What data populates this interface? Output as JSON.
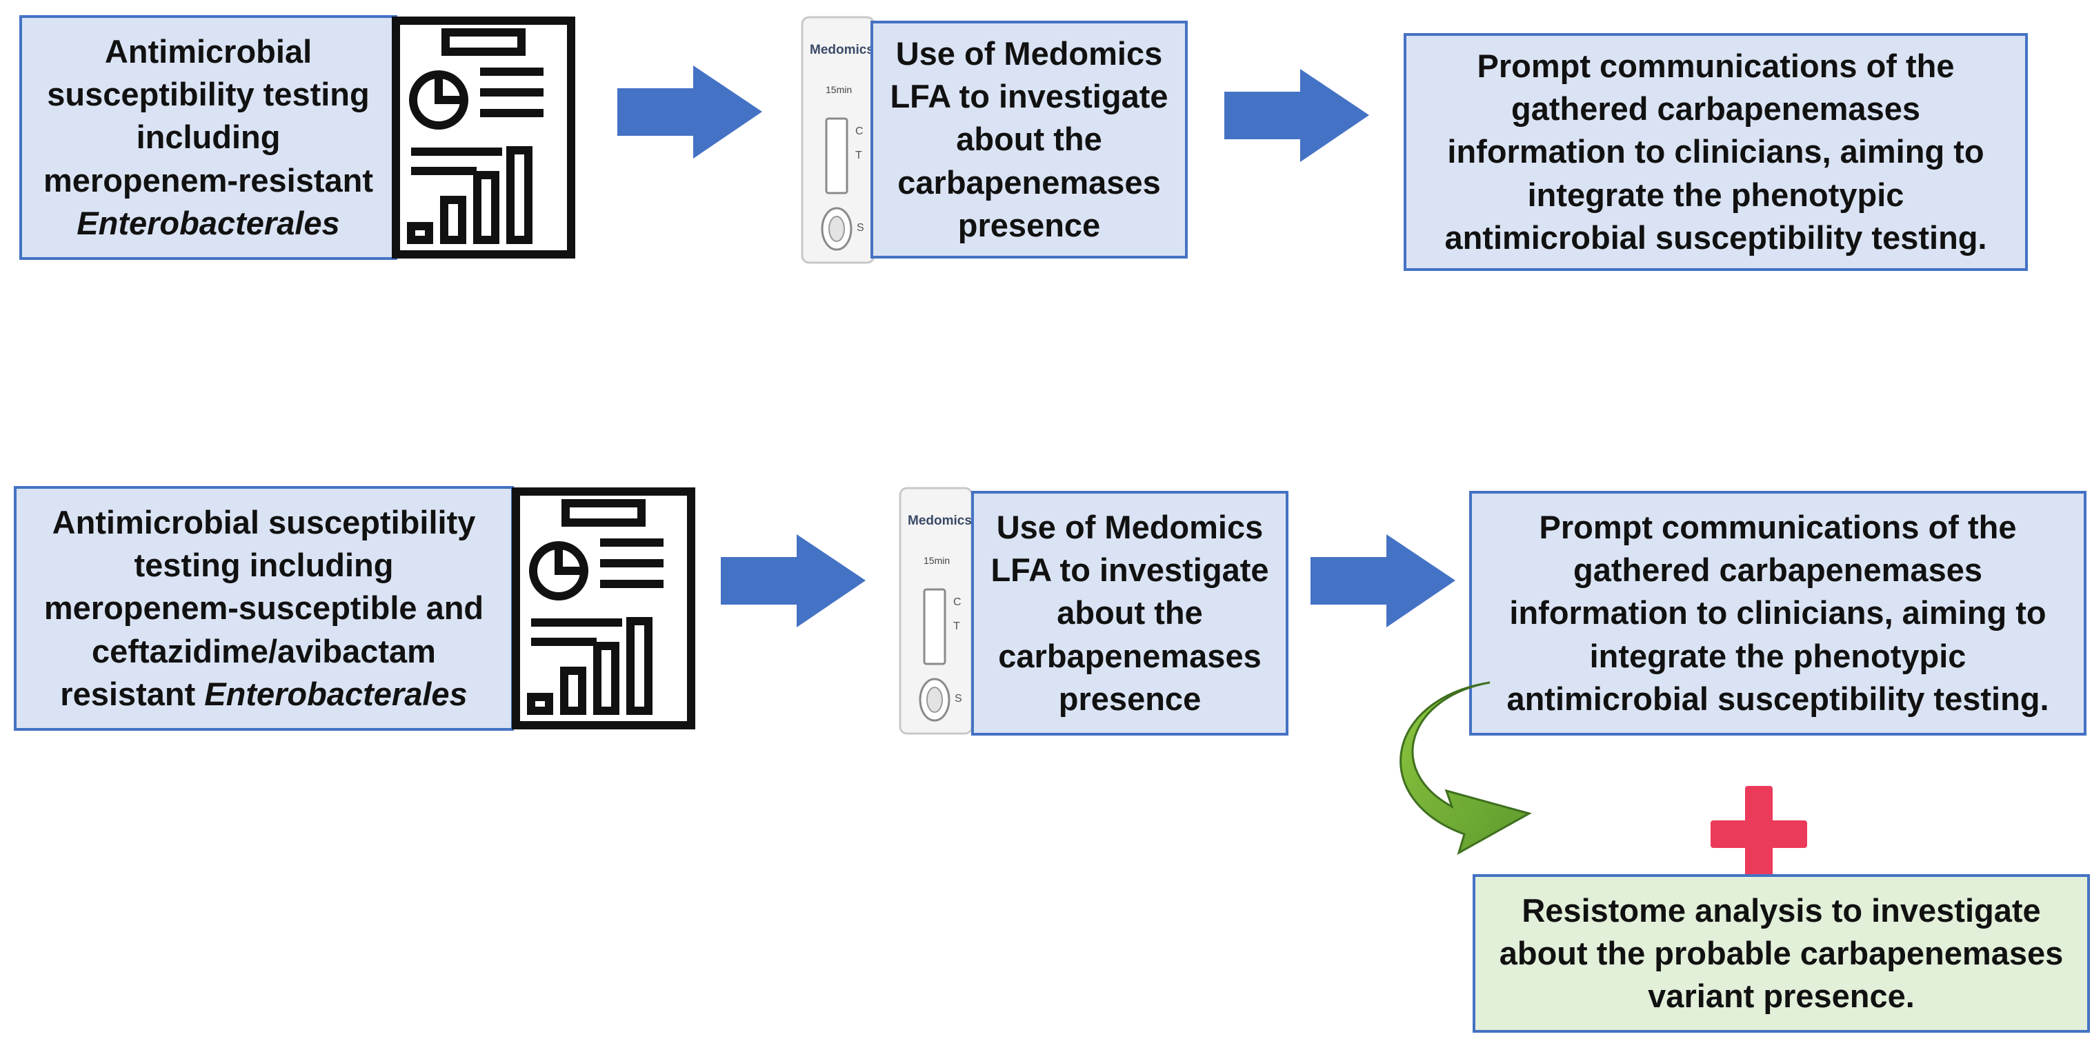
{
  "colors": {
    "box_fill": "#dae3f3",
    "box_border": "#4472c4",
    "green_box_fill": "#e2efd9",
    "arrow_blue": "#4472c4",
    "curved_arrow_green": "#70ad47",
    "plus_red": "#ec3a5a",
    "icon_black": "#111111"
  },
  "row1": {
    "box1": {
      "lines": [
        "Antimicrobial",
        "susceptibility testing",
        "including",
        "meropenem-resistant"
      ],
      "italic_line": "Enterobacterales"
    },
    "lfa_device": {
      "brand": "Medomics",
      "time": "15min",
      "control_line": "C",
      "test_line": "T",
      "sample_mark": "S"
    },
    "box2": {
      "lines": [
        "Use of Medomics",
        "LFA to investigate",
        "about the",
        "carbapenemases",
        "presence"
      ]
    },
    "box3": {
      "lines": [
        "Prompt communications of the",
        "gathered carbapenemases",
        "information to clinicians, aiming to",
        "integrate the phenotypic",
        "antimicrobial susceptibility testing."
      ]
    }
  },
  "row2": {
    "box1": {
      "lines": [
        "Antimicrobial susceptibility",
        "testing including",
        "meropenem-susceptible and",
        "ceftazidime/avibactam"
      ],
      "last_prefix": "resistant ",
      "italic_word": "Enterobacterales"
    },
    "lfa_device": {
      "brand": "Medomics",
      "time": "15min",
      "control_line": "C",
      "test_line": "T",
      "sample_mark": "S"
    },
    "box2": {
      "lines": [
        "Use of Medomics",
        "LFA to investigate",
        "about the",
        "carbapenemases",
        "presence"
      ]
    },
    "box3": {
      "lines": [
        "Prompt communications of the",
        "gathered carbapenemases",
        "information to clinicians, aiming to",
        "integrate the phenotypic",
        "antimicrobial susceptibility testing."
      ]
    },
    "box4": {
      "lines": [
        "Resistome analysis to investigate",
        "about the probable carbapenemases",
        "variant presence."
      ]
    }
  }
}
